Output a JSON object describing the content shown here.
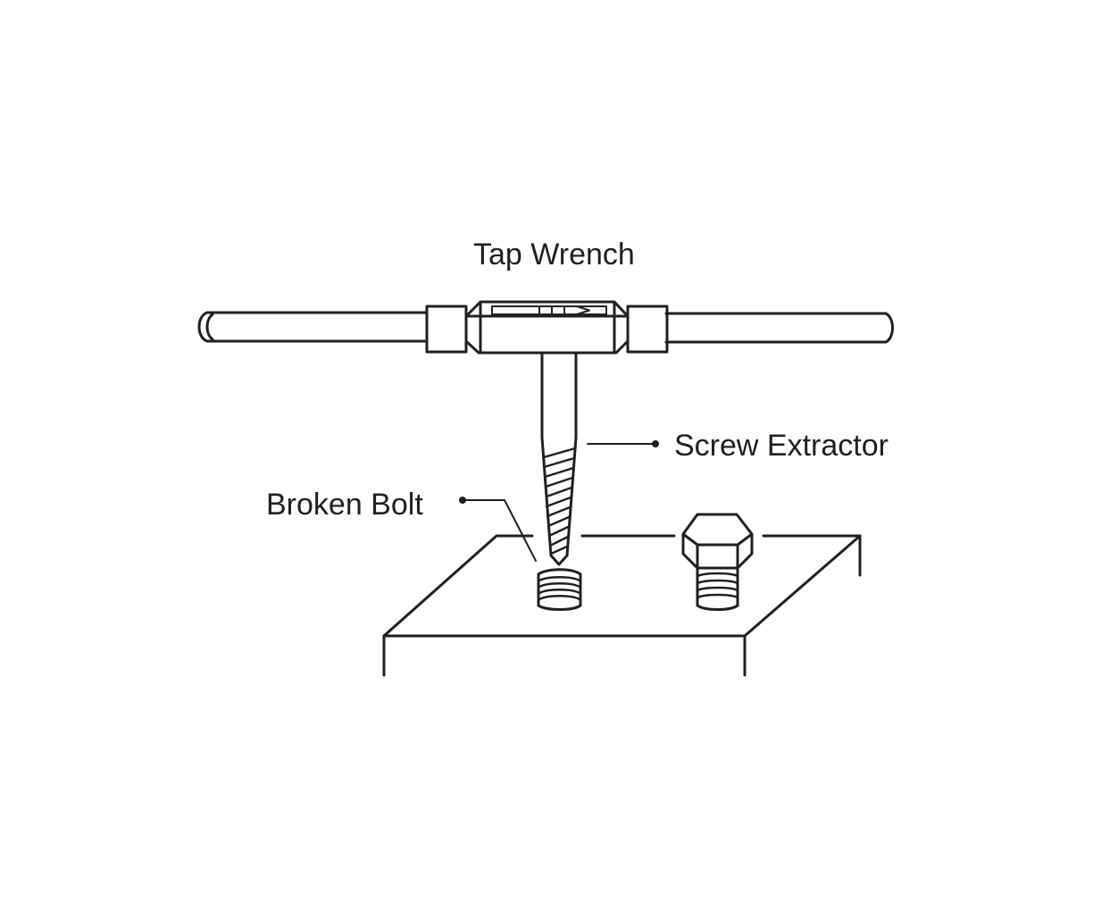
{
  "labels": {
    "tap_wrench": "Tap Wrench",
    "screw_extractor": "Screw Extractor",
    "broken_bolt": "Broken Bolt"
  },
  "colors": {
    "line": "#231f20",
    "background": "#ffffff"
  }
}
